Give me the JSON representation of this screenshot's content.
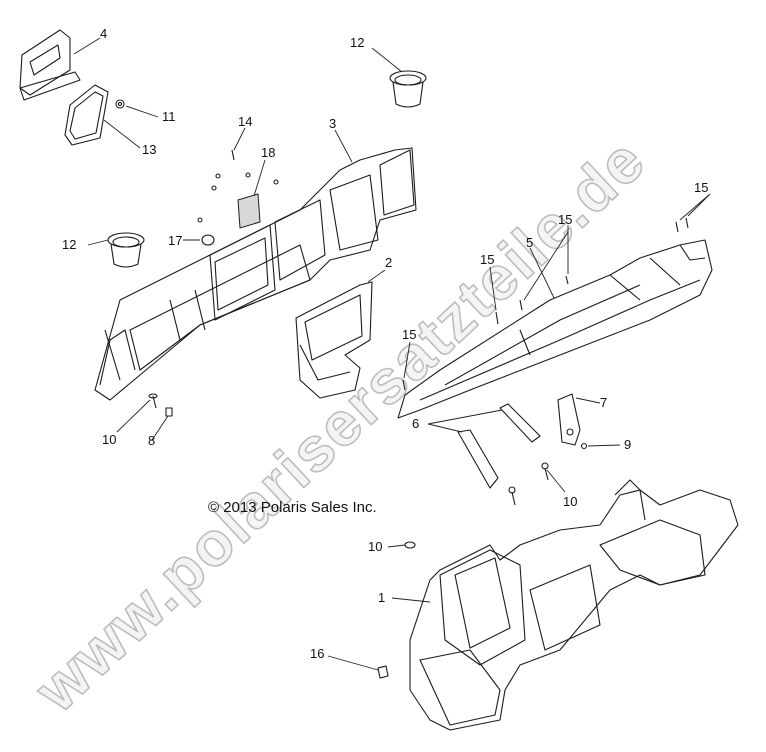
{
  "watermark": "www.polarisersatzteile.de",
  "copyright": "© 2013 Polaris Sales Inc.",
  "callouts": {
    "c1": "1",
    "c2": "2",
    "c3": "3",
    "c4": "4",
    "c5": "5",
    "c6": "6",
    "c7": "7",
    "c8": "8",
    "c9": "9",
    "c10a": "10",
    "c10b": "10",
    "c10c": "10",
    "c11": "11",
    "c12a": "12",
    "c12b": "12",
    "c13": "13",
    "c14": "14",
    "c15a": "15",
    "c15b": "15",
    "c15c": "15",
    "c15d": "15",
    "c16": "16",
    "c17": "17",
    "c18": "18"
  }
}
